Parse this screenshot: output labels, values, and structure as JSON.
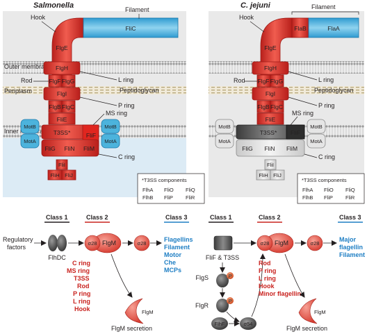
{
  "top_left": {
    "title": "Salmonella",
    "labels": {
      "hook": "Hook",
      "filament": "Filament",
      "outer_membrane": "Outer membrane",
      "periplasm": "Periplasm",
      "inner_membrane": "Inner membrane",
      "rod": "Rod",
      "l_ring": "L ring",
      "peptidoglycan": "Peptidoglycan",
      "p_ring": "P ring",
      "ms_ring": "MS ring",
      "c_ring": "C ring"
    },
    "parts": {
      "flic": "FliC",
      "flge": "FlgE",
      "flgh": "FlgH",
      "flgf": "FlgF",
      "flgg": "FlgG",
      "flgi": "FlgI",
      "flgb": "FlgB",
      "flgc": "FlgC",
      "flie": "FliE",
      "t3ss": "T3SS*",
      "flif": "FliF",
      "flig": "FliG",
      "flin": "FliN",
      "flim": "FliM",
      "motb_l": "MotB",
      "mota_l": "MotA",
      "motb_r": "MotB",
      "mota_r": "MotA",
      "flii": "FliI",
      "flih": "FliH",
      "flij": "FliJ"
    }
  },
  "top_right": {
    "title": "C. jejuni",
    "labels": {
      "hook": "Hook",
      "filament": "Filament",
      "l_ring": "L ring",
      "rod": "Rod",
      "peptidoglycan": "Peptidoglycan",
      "p_ring": "P ring",
      "ms_ring": "MS ring",
      "c_ring": "C ring"
    },
    "parts": {
      "flab": "FlaB",
      "flaa": "FlaA",
      "flge": "FlgE",
      "flgh": "FlgH",
      "flgf": "FlgF",
      "flgg": "FlgG",
      "flgi": "FlgI",
      "flgb": "FlgB",
      "flgc": "FlgC",
      "flie": "FliE",
      "t3ss": "T3SS*",
      "flif": "FliF",
      "flig": "FliG",
      "flin": "FliN",
      "flim": "FliM",
      "motb_l": "MotB",
      "mota_l": "MotA",
      "motb_r": "MotB",
      "mota_r": "MotA",
      "flii": "FliI",
      "flih": "FliH",
      "flij": "FliJ"
    }
  },
  "t3ss_box": {
    "title": "*T3SS components",
    "rows": [
      [
        "FlhA",
        "FliO",
        "FliQ"
      ],
      [
        "FlhB",
        "FliP",
        "FliR"
      ]
    ]
  },
  "bottom_left": {
    "class1": "Class 1",
    "class2": "Class 2",
    "class3": "Class 3",
    "regulatory": [
      "Regulatory",
      "factors"
    ],
    "flhdc": "FlhDC",
    "sigma": "σ28",
    "flgm": "FlgM",
    "class2_items": [
      "C ring",
      "MS ring",
      "T3SS",
      "Rod",
      "P ring",
      "L ring",
      "Hook"
    ],
    "class3_items": [
      "Flagellins",
      "Filament",
      "Motor",
      "Che",
      "MCPs"
    ],
    "secretion": "FlgM secretion"
  },
  "bottom_right": {
    "class1": "Class 1",
    "class2": "Class 2",
    "class3": "Class 3",
    "flif_t3ss": "FliF & T3SS",
    "flgs": "FlgS",
    "flgr": "FlgR",
    "flhf": "FlhF",
    "p": "P",
    "sigma54": "σ54",
    "sigma": "σ28",
    "flgm": "FlgM",
    "class2_items": [
      "Rod",
      "P ring",
      "L ring",
      "Hook",
      "Minor flagellin"
    ],
    "class3_items": [
      "Major",
      "flagellin",
      "Filament"
    ],
    "secretion": "FlgM secretion"
  },
  "colors": {
    "red": "#d9322b",
    "blue": "#4cb3dc",
    "grey": "#e3e3e3",
    "dark": "#555555"
  }
}
